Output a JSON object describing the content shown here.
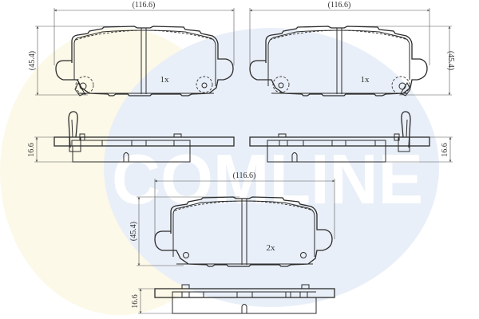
{
  "watermark": {
    "brand_text": "COMLINE",
    "colors": {
      "blue": "#e9eff8",
      "yellow": "#fdf9e8",
      "text": "#ffffff"
    }
  },
  "drawings": {
    "pad_left": {
      "width_dim": "(116.6)",
      "height_dim": "(45.4)",
      "thickness_dim": "16.6",
      "quantity": "1x"
    },
    "pad_right": {
      "width_dim": "(116.6)",
      "height_dim": "(45.4)",
      "thickness_dim": "16.6",
      "quantity": "1x"
    },
    "pad_bottom": {
      "width_dim": "(116.6)",
      "height_dim": "(45.4)",
      "thickness_dim": "16.6",
      "quantity": "2x"
    }
  },
  "colors": {
    "line": "#2b2b2b",
    "dimension": "#555555"
  }
}
